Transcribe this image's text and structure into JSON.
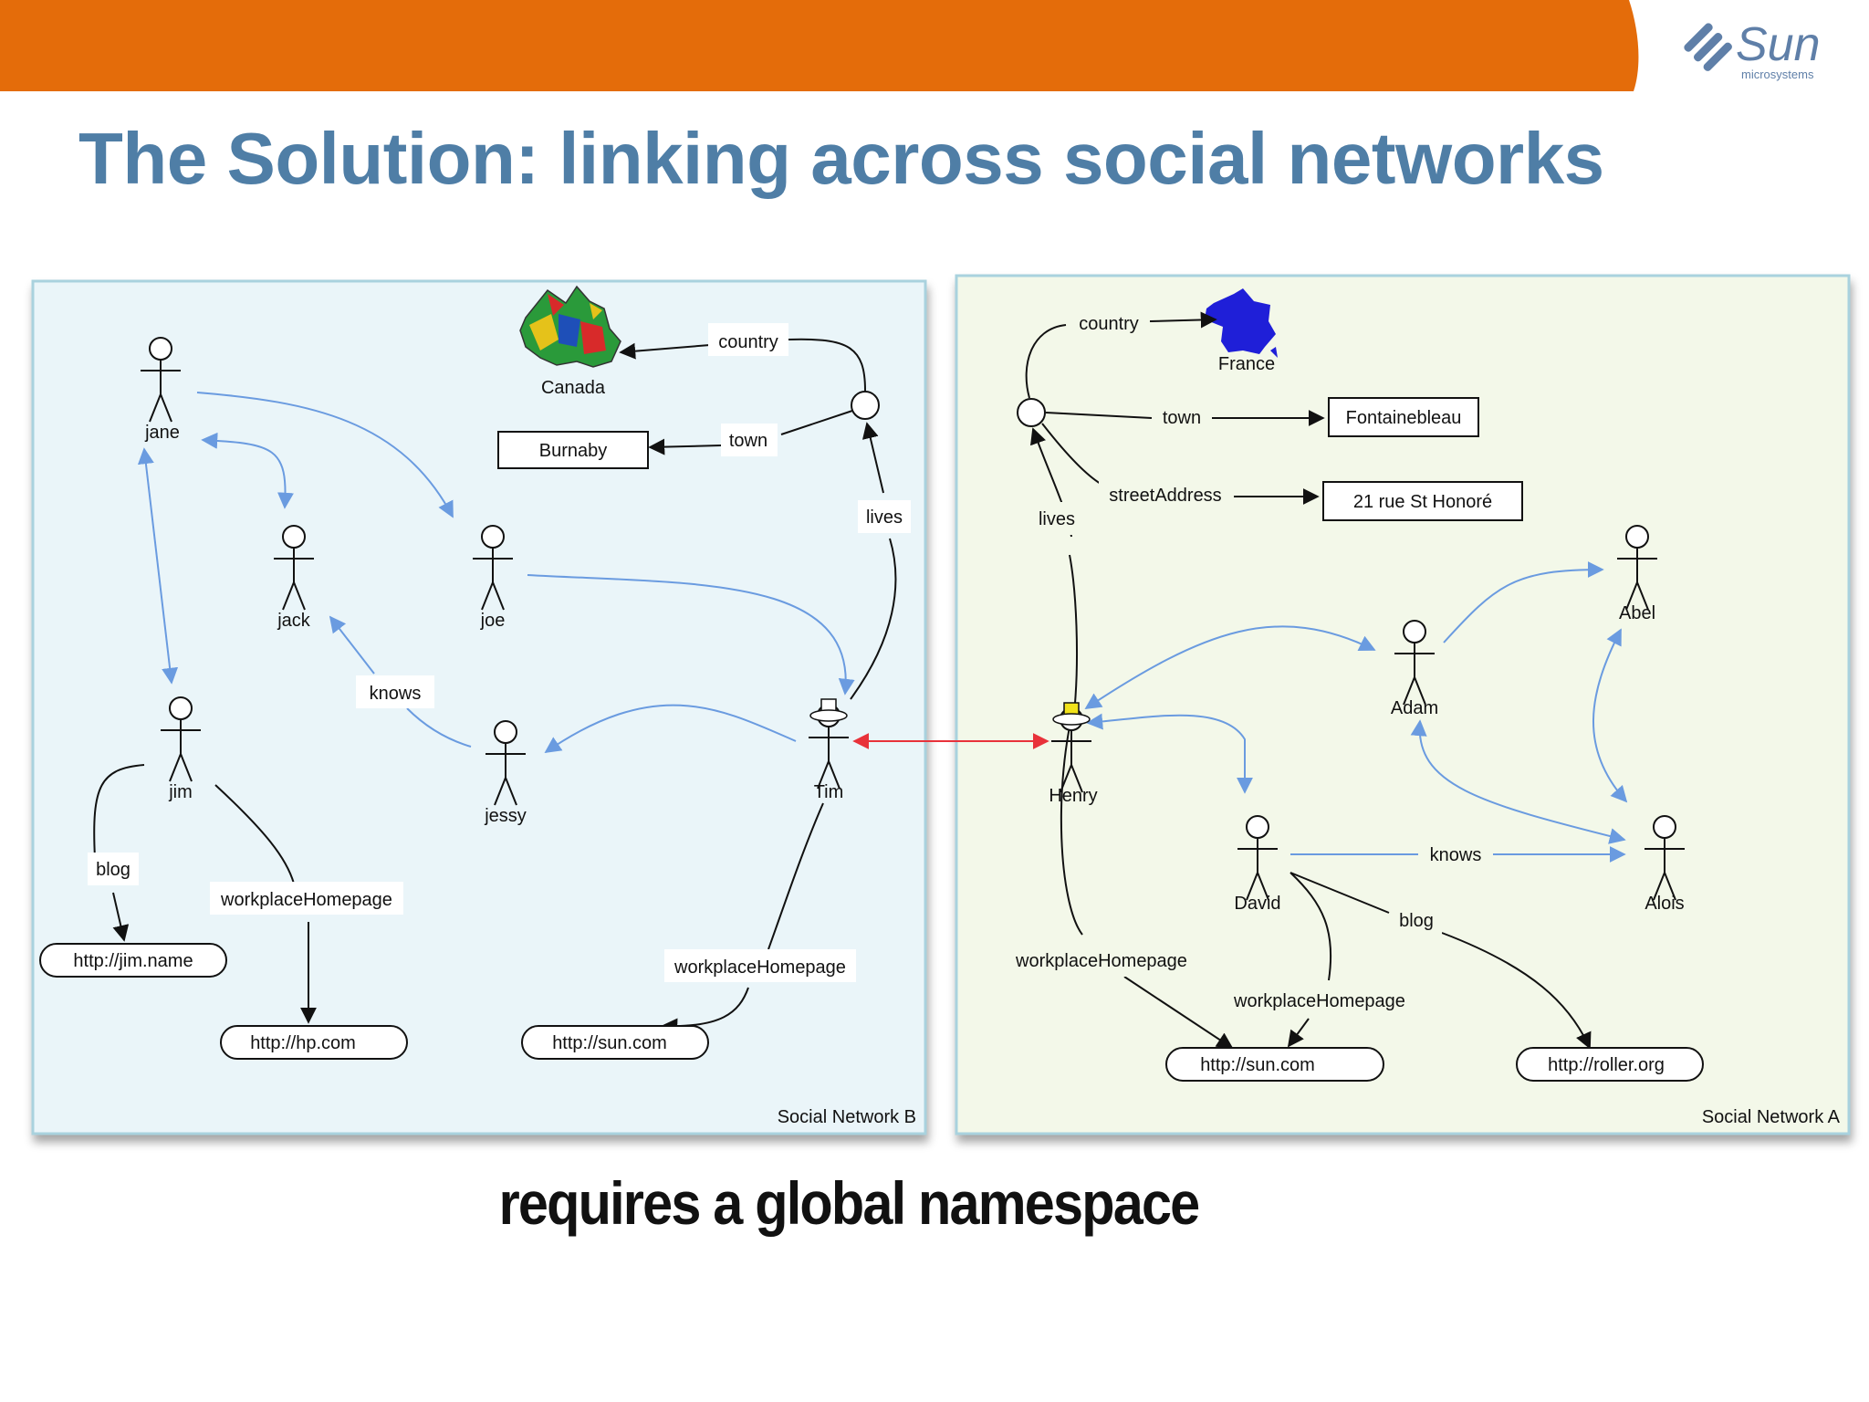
{
  "slide": {
    "title": "The Solution: linking across social networks",
    "subtitle": "requires a global namespace",
    "logo": {
      "brand": "Sun",
      "tagline": "microsystems"
    },
    "colors": {
      "banner": "#e46c0a",
      "title": "#4f7ea6",
      "blue_edge": "#6a9be0",
      "red_edge": "#e8323a"
    }
  },
  "network_b": {
    "label": "Social Network  B",
    "people": {
      "jane": "jane",
      "jack": "jack",
      "joe": "joe",
      "jim": "jim",
      "jessy": "jessy",
      "tim": "Tim"
    },
    "place": {
      "country": "Canada",
      "town": "Burnaby"
    },
    "edges": {
      "country": "country",
      "town": "town",
      "lives": "lives",
      "knows": "knows",
      "blog": "blog",
      "workplace_jim": "workplaceHomepage",
      "workplace_tim": "workplaceHomepage"
    },
    "urls": {
      "jim_blog": "http://jim.name",
      "jim_work": "http://hp.com",
      "tim_work": "http://sun.com"
    }
  },
  "network_a": {
    "label": "Social Network A",
    "people": {
      "henry": "Henry",
      "adam": "Adam",
      "abel": "Abel",
      "david": "David",
      "alois": "Alois"
    },
    "place": {
      "country": "France",
      "town": "Fontainebleau",
      "street": "21 rue St Honoré"
    },
    "edges": {
      "country": "country",
      "town": "town",
      "street": "streetAddress",
      "lives": "lives",
      "knows": "knows",
      "blog": "blog",
      "workplace_henry": "workplaceHomepage",
      "workplace_david": "workplaceHomepage"
    },
    "urls": {
      "sun": "http://sun.com",
      "roller": "http://roller.org"
    }
  }
}
